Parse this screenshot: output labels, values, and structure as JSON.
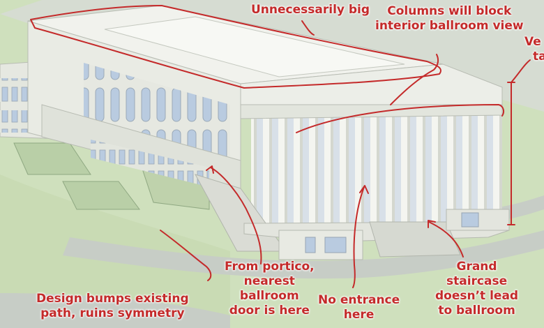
{
  "colors": {
    "annotation": "#c42a2a",
    "lawn": "#cfe0bd",
    "path": "#c7cdc6",
    "stone": "#e9ebe4",
    "stone_shadow": "#c9cdc3",
    "glass": "#b9cbe0"
  },
  "annotations": {
    "too_big": "Unnecessarily big",
    "columns": [
      "Columns will block",
      "interior ballroom view"
    ],
    "tall_clipped": [
      "Ve",
      "ta"
    ],
    "portico_door": [
      "From portico,",
      "nearest",
      "ballroom",
      "door is here"
    ],
    "path_symmetry": [
      "Design bumps existing",
      "path, ruins symmetry"
    ],
    "no_entrance": [
      "No entrance",
      "here"
    ],
    "staircase": [
      "Grand",
      "staircase",
      "doesn’t lead",
      "to ballroom"
    ]
  }
}
